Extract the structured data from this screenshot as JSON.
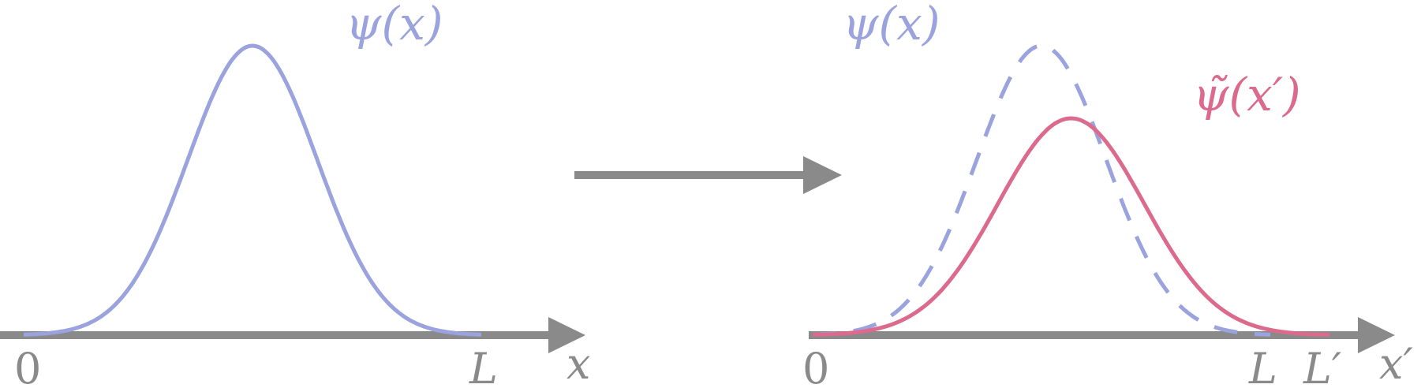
{
  "colors": {
    "axis": "#8a8a8a",
    "original_wave": "#9aa3dd",
    "stretched_wave": "#dc6a8c"
  },
  "left_panel": {
    "wave_label": "ψ(x)",
    "origin_label": "0",
    "length_label": "L",
    "axis_label": "x"
  },
  "transition_arrow": {
    "icon": "right-arrow-icon"
  },
  "right_panel": {
    "original_wave_label": "ψ(x)",
    "stretched_wave_label": "ψ̃(x′)",
    "origin_label": "0",
    "length_label": "L",
    "stretched_length_label": "L′",
    "axis_label": "x′",
    "original_wave_style": "dashed"
  }
}
